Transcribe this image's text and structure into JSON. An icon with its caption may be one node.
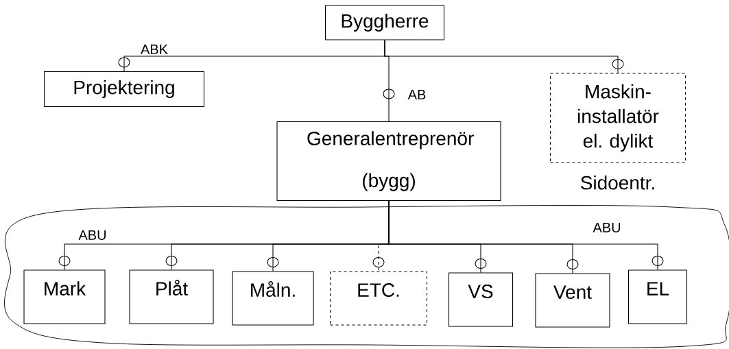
{
  "diagram": {
    "nodes": [
      {
        "text": [
          "Byggherre"
        ]
      },
      {
        "text": [
          "Projektering"
        ]
      },
      {
        "text": [
          "Generalentreprenör (bygg)"
        ]
      },
      {
        "text": [
          "Maskin-installatör el. dylikt"
        ],
        "beside": [
          "Sidoentr."
        ]
      },
      {
        "text": [
          "ABU",
          "ABU"
        ]
      },
      {
        "text": [
          "Mark"
        ],
        "in": 4
      },
      {
        "text": [
          "Plåt"
        ],
        "in": 4
      },
      {
        "text": [
          "Måln."
        ],
        "in": 4
      },
      {
        "text": [
          "ETC."
        ],
        "in": 4
      },
      {
        "text": [
          "VS"
        ],
        "in": 4
      },
      {
        "text": [
          "Vent"
        ],
        "in": 4
      },
      {
        "text": [
          "EL"
        ],
        "in": 4
      }
    ],
    "edges": [
      {
        "from": 0,
        "to": 1,
        "arrow": "none",
        "label": "ABK"
      },
      {
        "from": 0,
        "to": 2,
        "arrow": "none",
        "label": "AB"
      },
      {
        "from": 0,
        "to": 3,
        "arrow": "none"
      },
      {
        "from": 2,
        "to": 5,
        "arrow": "none"
      },
      {
        "from": 2,
        "to": 6,
        "arrow": "none"
      },
      {
        "from": 2,
        "to": 7,
        "arrow": "none"
      },
      {
        "from": 2,
        "to": 8,
        "arrow": "none",
        "style": "dashed"
      },
      {
        "from": 2,
        "to": 9,
        "arrow": "none"
      },
      {
        "from": 2,
        "to": 10,
        "arrow": "none"
      },
      {
        "from": 2,
        "to": 11,
        "arrow": "none"
      }
    ]
  }
}
